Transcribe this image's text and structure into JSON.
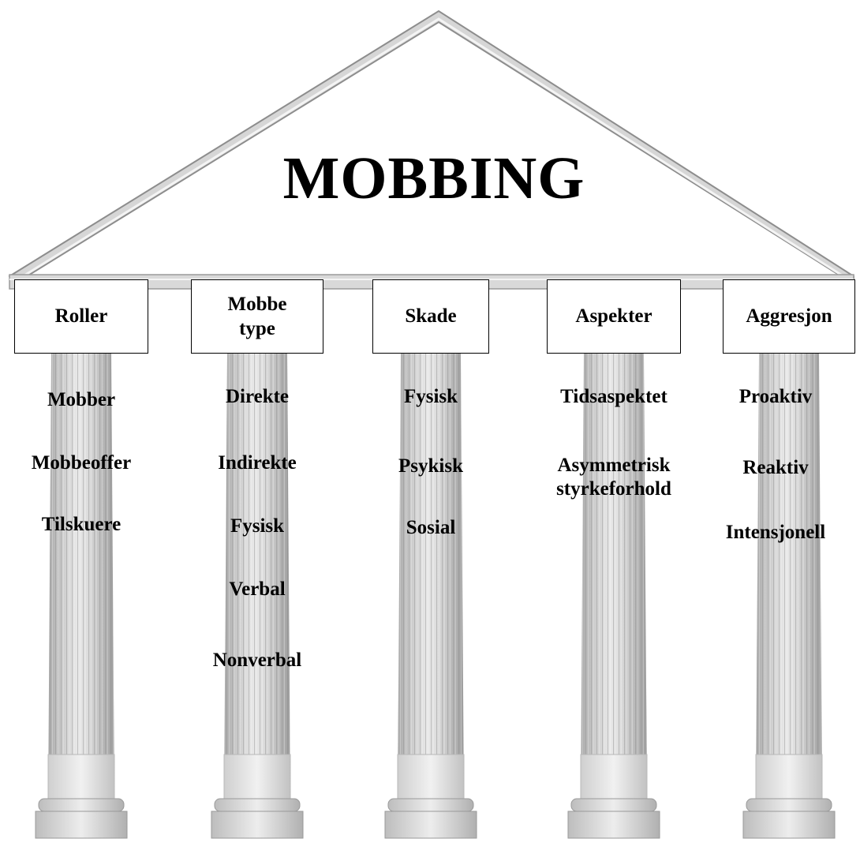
{
  "title": "MOBBING",
  "pillars": [
    {
      "label": "Roller",
      "items": [
        "Mobber",
        "Mobbeoffer",
        "Tilskuere"
      ]
    },
    {
      "label": "Mobbe\ntype",
      "items": [
        "Direkte",
        "Indirekte",
        "Fysisk",
        "Verbal",
        "Nonverbal"
      ]
    },
    {
      "label": "Skade",
      "items": [
        "Fysisk",
        "Psykisk",
        "Sosial"
      ]
    },
    {
      "label": "Aspekter",
      "items": [
        "Tidsaspektet",
        "Asymmetrisk\nstyrkeforhold"
      ]
    },
    {
      "label": "Aggresjon",
      "items": [
        "Proaktiv",
        "Reaktiv",
        "Intensjonell"
      ]
    }
  ]
}
